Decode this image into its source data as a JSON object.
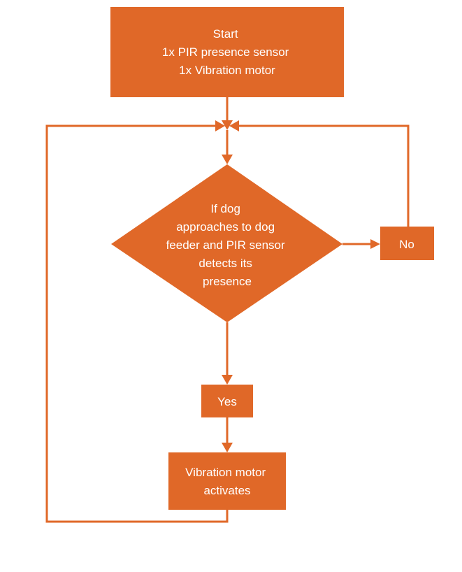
{
  "colors": {
    "fill": "#E06828",
    "line": "#E06828",
    "text": "#FFFFFF",
    "background": "#FFFFFF"
  },
  "nodes": {
    "start": {
      "lines": [
        "Start",
        "1x PIR presence sensor",
        "1x Vibration motor"
      ]
    },
    "decision": {
      "lines": [
        "If dog",
        "approaches to dog",
        "feeder and PIR sensor",
        "detects its",
        "presence"
      ]
    },
    "no": {
      "label": "No"
    },
    "yes": {
      "label": "Yes"
    },
    "action": {
      "lines": [
        "Vibration motor",
        "activates"
      ]
    }
  }
}
